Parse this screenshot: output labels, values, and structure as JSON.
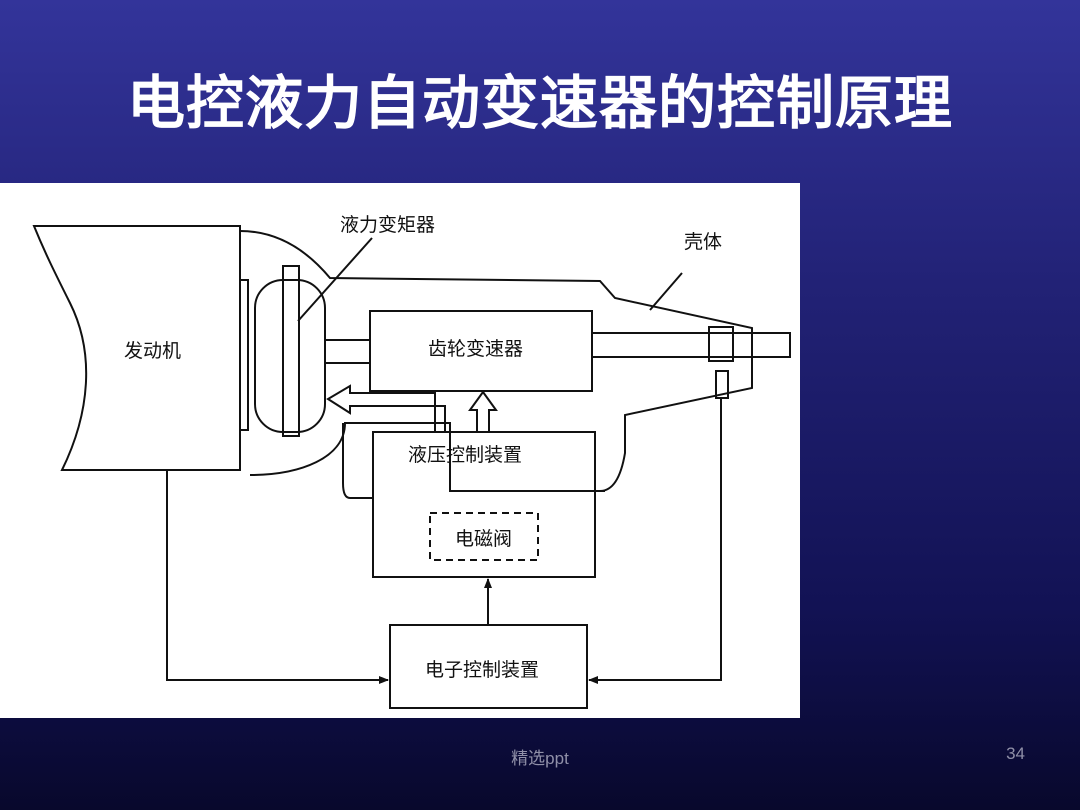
{
  "slide": {
    "title": "电控液力自动变速器的控制原理",
    "footer_text": "精选ppt",
    "page_number": "34"
  },
  "diagram": {
    "labels": {
      "torque_converter": "液力变矩器",
      "housing": "壳体",
      "engine": "发动机",
      "gearbox": "齿轮变速器",
      "hydraulic_control": "液压控制装置",
      "solenoid_valve": "电磁阀",
      "electronic_control": "电子控制装置"
    }
  },
  "colors": {
    "background_top": "#33349a",
    "background_bottom": "#08082c",
    "title_text": "#ffffff",
    "figure_background": "#ffffff",
    "line": "#111111"
  }
}
